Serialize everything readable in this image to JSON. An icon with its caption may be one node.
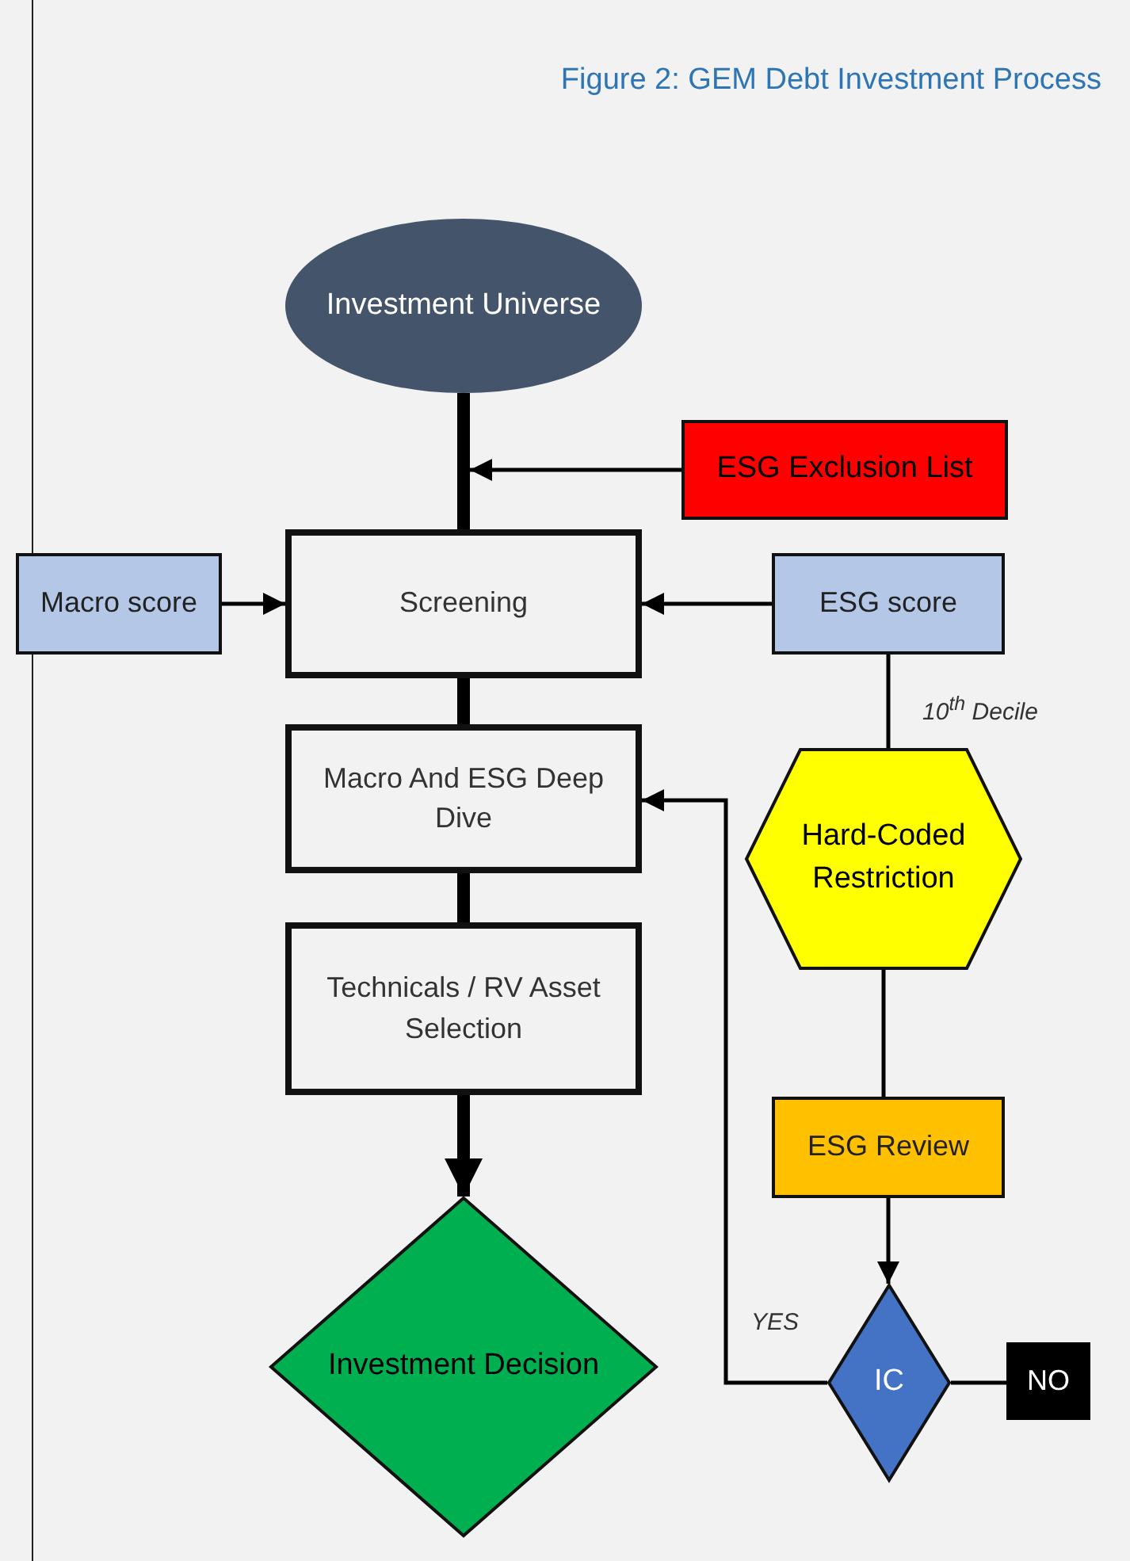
{
  "diagram": {
    "title": "Figure 2: GEM Debt Investment Process",
    "nodes": [
      {
        "text": [
          "Investment Universe"
        ]
      },
      {
        "text": [
          "ESG Exclusion List"
        ]
      },
      {
        "text": [
          "Macro score"
        ]
      },
      {
        "text": [
          "Screening"
        ]
      },
      {
        "text": [
          "ESG score"
        ]
      },
      {
        "text": [
          "Macro And ESG Deep Dive"
        ]
      },
      {
        "text": [
          "Hard-Coded Restriction"
        ]
      },
      {
        "text": [
          "Technicals / RV Asset Selection"
        ]
      },
      {
        "text": [
          "ESG Review"
        ]
      },
      {
        "text": [
          "Investment Decision"
        ]
      },
      {
        "text": [
          "IC"
        ]
      },
      {
        "text": [
          "NO"
        ]
      }
    ],
    "edges": [
      {
        "from": 0,
        "to": 3,
        "arrow": "none",
        "style": "thick"
      },
      {
        "from": 1,
        "to": null,
        "arrow": "to"
      },
      {
        "from": 2,
        "to": 3,
        "arrow": "to"
      },
      {
        "from": 4,
        "to": 3,
        "arrow": "to"
      },
      {
        "from": 3,
        "to": 5,
        "arrow": "none",
        "style": "thick"
      },
      {
        "from": 5,
        "to": 7,
        "arrow": "none",
        "style": "thick"
      },
      {
        "from": 7,
        "to": 9,
        "arrow": "to",
        "style": "thick"
      },
      {
        "from": 4,
        "to": 6,
        "arrow": "none",
        "label": "10$^{th}$ Decile"
      },
      {
        "from": 6,
        "to": 8,
        "arrow": "none"
      },
      {
        "from": 8,
        "to": 10,
        "arrow": "to"
      },
      {
        "from": 10,
        "to": 5,
        "arrow": "to",
        "label": "YES"
      },
      {
        "from": 10,
        "to": 11,
        "arrow": "none"
      }
    ]
  }
}
